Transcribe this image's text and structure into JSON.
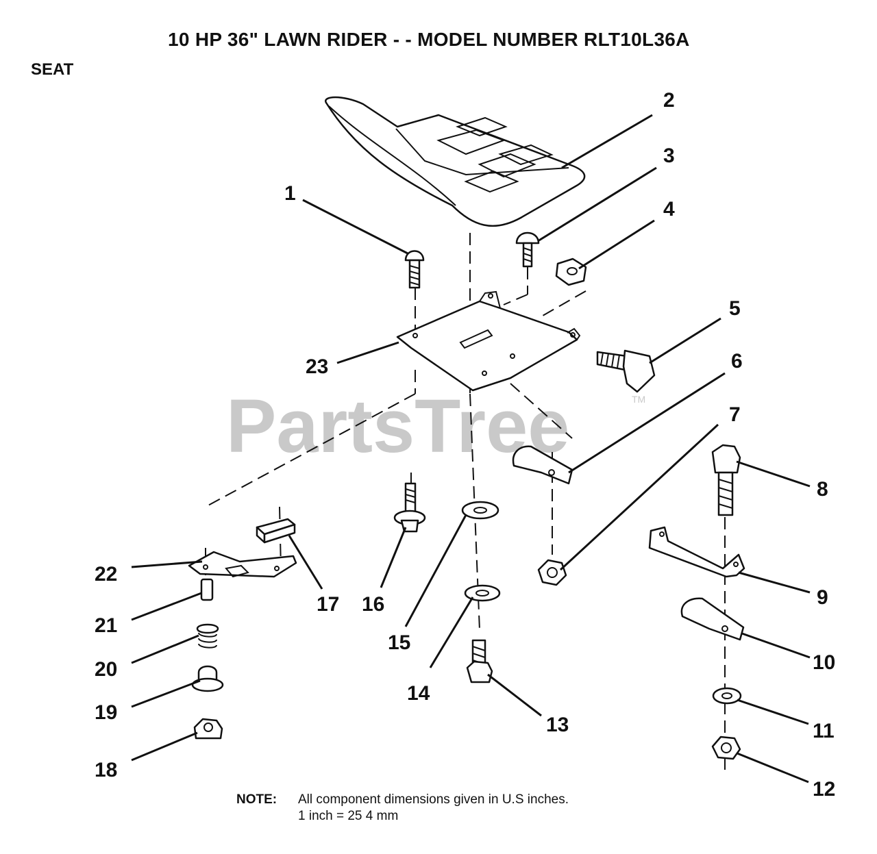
{
  "title": "10 HP 36\" LAWN RIDER - - MODEL NUMBER RLT10L36A",
  "section": "SEAT",
  "watermark": "PartsTree",
  "trademark": "TM",
  "callouts": {
    "c1": "1",
    "c2": "2",
    "c3": "3",
    "c4": "4",
    "c5": "5",
    "c6": "6",
    "c7": "7",
    "c8": "8",
    "c9": "9",
    "c10": "10",
    "c11": "11",
    "c12": "12",
    "c13": "13",
    "c14": "14",
    "c15": "15",
    "c16": "16",
    "c17": "17",
    "c18": "18",
    "c19": "19",
    "c20": "20",
    "c21": "21",
    "c22": "22",
    "c23": "23"
  },
  "note": {
    "label": "NOTE:",
    "line1": "All component dimensions given in U.S  inches.",
    "line2": "1 inch = 25 4 mm"
  }
}
